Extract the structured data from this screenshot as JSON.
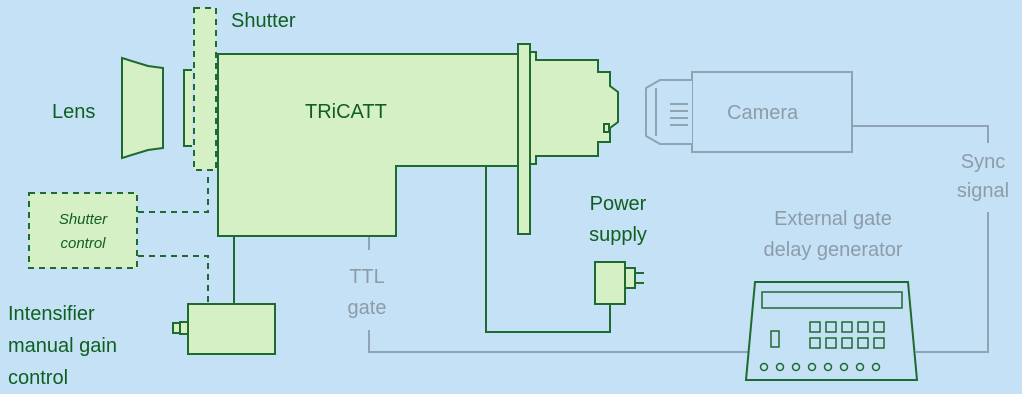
{
  "colors": {
    "background": "#c5e1f5",
    "green_stroke": "#1f6a2e",
    "green_fill": "#d6f0c6",
    "green_text": "#0f5f21",
    "grey_stroke": "#8fa3b3",
    "grey_text": "#8c9ca9"
  },
  "labels": {
    "shutter": "Shutter",
    "lens": "Lens",
    "tricatt": "TRiCATT",
    "camera": "Camera",
    "sync_line1": "Sync",
    "sync_line2": "signal",
    "shutter_control_line1": "Shutter",
    "shutter_control_line2": "control",
    "power_line1": "Power",
    "power_line2": "supply",
    "external_line1": "External gate",
    "external_line2": "delay generator",
    "ttl_line1": "TTL",
    "ttl_line2": "gate",
    "intensifier_line1": "Intensifier",
    "intensifier_line2": "manual gain",
    "intensifier_line3": "control"
  }
}
